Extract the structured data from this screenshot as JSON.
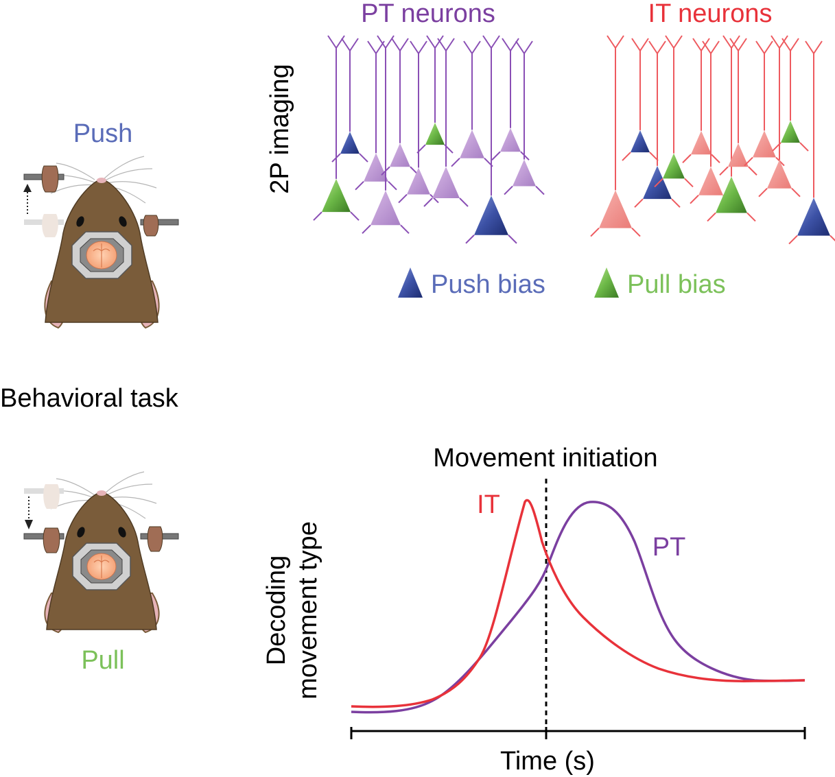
{
  "task": {
    "title": "Behavioral task",
    "push_label": "Push",
    "pull_label": "Pull"
  },
  "imaging": {
    "axis_label": "2P imaging",
    "pt_title": "PT neurons",
    "it_title": "IT neurons",
    "legend_push": "Push bias",
    "legend_pull": "Pull bias"
  },
  "colors": {
    "push": "#4a5fb0",
    "pull": "#7cc15a",
    "pt": "#7b3fa0",
    "it": "#e8323a",
    "mouse_fur": "#7a5c3a",
    "brain": "#f6a57c"
  },
  "chart_data": {
    "type": "line",
    "title": "Movement initiation",
    "xlabel": "Time (s)",
    "ylabel_line1": "Decoding",
    "ylabel_line2": "movement type",
    "event_marker": "Movement initiation",
    "series": [
      {
        "name": "IT",
        "color": "#e8323a"
      },
      {
        "name": "PT",
        "color": "#7b3fa0"
      }
    ]
  }
}
